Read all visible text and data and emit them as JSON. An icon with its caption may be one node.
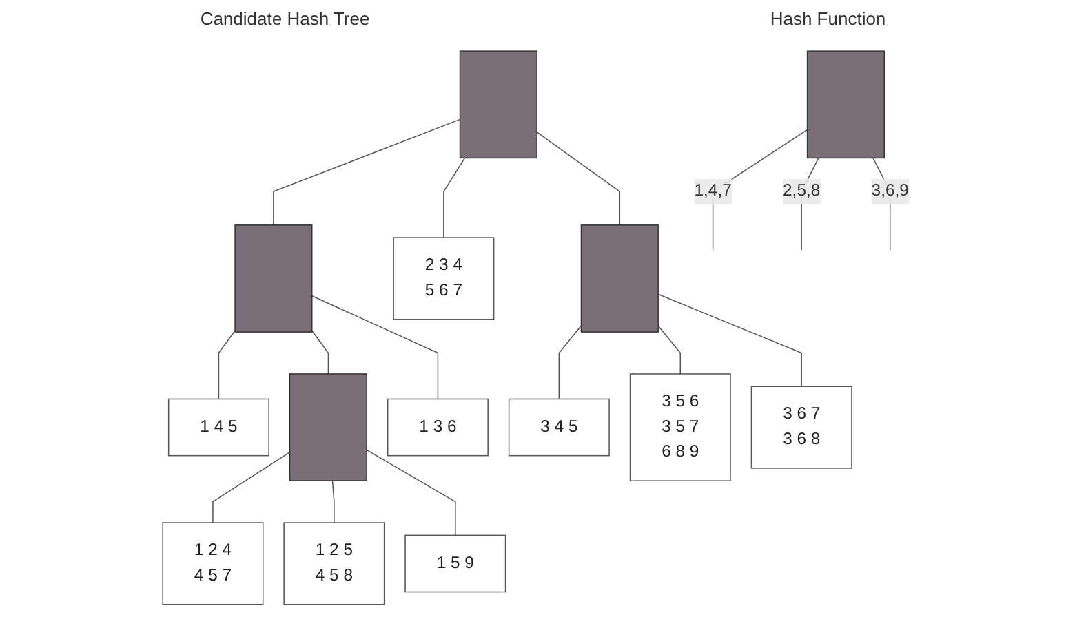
{
  "diagram": {
    "nodes": [
      {
        "text": [],
        "shape": "box"
      },
      {
        "text": [],
        "shape": "box"
      },
      {
        "text": [],
        "shape": "box"
      },
      {
        "text": [
          "2 3 4",
          "5 6 7"
        ]
      },
      {
        "text": [],
        "shape": "box"
      },
      {
        "text": [
          "1 4 5"
        ]
      },
      {
        "text": [],
        "shape": "box"
      },
      {
        "text": [
          "1 3 6"
        ]
      },
      {
        "text": [
          "1 2 4",
          "4 5 7"
        ]
      },
      {
        "text": [
          "1 2 5",
          "4 5 8"
        ]
      },
      {
        "text": [
          "1 5 9"
        ]
      },
      {
        "text": [
          "3 4 5"
        ]
      },
      {
        "text": [
          "3 5 6",
          "3 5 7",
          "6 8 9"
        ]
      },
      {
        "text": [
          "3 6 7",
          "3 6 8"
        ]
      }
    ],
    "edges": [
      {
        "from": 0,
        "to": null,
        "arrow": "none",
        "label": "1,4,7"
      },
      {
        "from": 0,
        "to": null,
        "arrow": "none",
        "label": "2,5,8"
      },
      {
        "from": 0,
        "to": null,
        "arrow": "none",
        "label": "3,6,9"
      },
      {
        "from": 1,
        "to": 2,
        "arrow": "none"
      },
      {
        "from": 1,
        "to": 3,
        "arrow": "none"
      },
      {
        "from": 1,
        "to": 4,
        "arrow": "none"
      },
      {
        "from": 2,
        "to": 5,
        "arrow": "none"
      },
      {
        "from": 2,
        "to": 6,
        "arrow": "none"
      },
      {
        "from": 2,
        "to": 7,
        "arrow": "none"
      },
      {
        "from": 6,
        "to": 8,
        "arrow": "none"
      },
      {
        "from": 6,
        "to": 9,
        "arrow": "none"
      },
      {
        "from": 6,
        "to": 10,
        "arrow": "none"
      },
      {
        "from": 4,
        "to": 11,
        "arrow": "none"
      },
      {
        "from": 4,
        "to": 12,
        "arrow": "none"
      },
      {
        "from": 4,
        "to": 13,
        "arrow": "none"
      }
    ],
    "labels": [
      "Hash Function",
      "Candidate Hash Tree"
    ]
  }
}
